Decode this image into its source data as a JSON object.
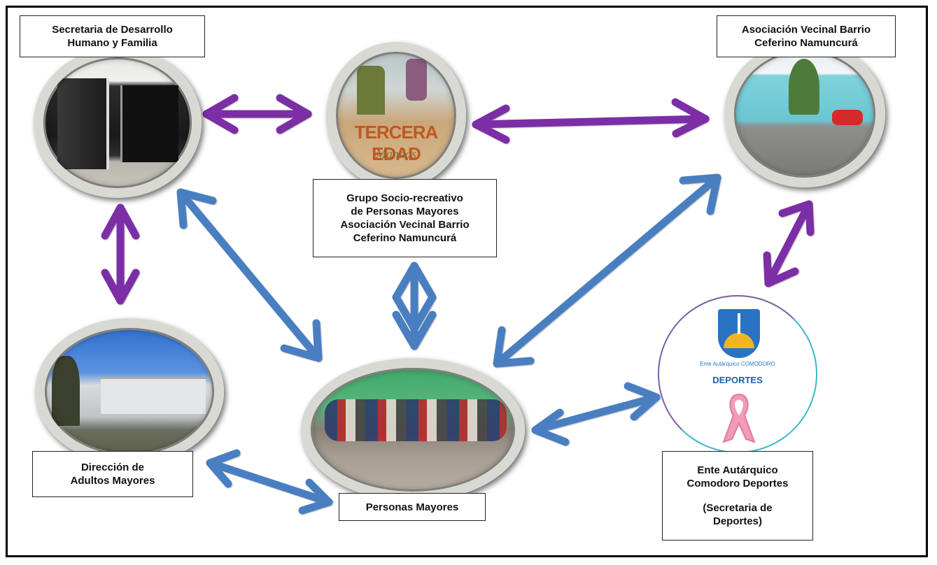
{
  "nodes": {
    "secretaria": {
      "label": [
        "Secretaria de Desarrollo",
        "Humano y Familia"
      ]
    },
    "grupo": {
      "label": [
        "Grupo Socio-recreativo",
        "de Personas Mayores",
        "Asociación Vecinal Barrio",
        "Ceferino Namuncurá"
      ],
      "photo_text_1": "TERCERA EDAD",
      "photo_text_2": "Mandas"
    },
    "asociacion": {
      "label": [
        "Asociación Vecinal Barrio",
        "Ceferino Namuncurá"
      ]
    },
    "direccion": {
      "label": [
        "Dirección de",
        "Adultos Mayores"
      ]
    },
    "personas": {
      "label": [
        "Personas Mayores"
      ]
    },
    "ente": {
      "label": [
        "Ente Autárquico",
        "Comodoro Deportes",
        "",
        "(Secretaria de",
        "Deportes)"
      ],
      "logo_small": "Ente Autárquico COMODORO",
      "logo_main": "DEPORTES",
      "logo_icon": "pink-ribbon-icon"
    }
  },
  "colors": {
    "purple": "#7b2fa6",
    "blue": "#4a7fc1",
    "border": "#000000"
  }
}
